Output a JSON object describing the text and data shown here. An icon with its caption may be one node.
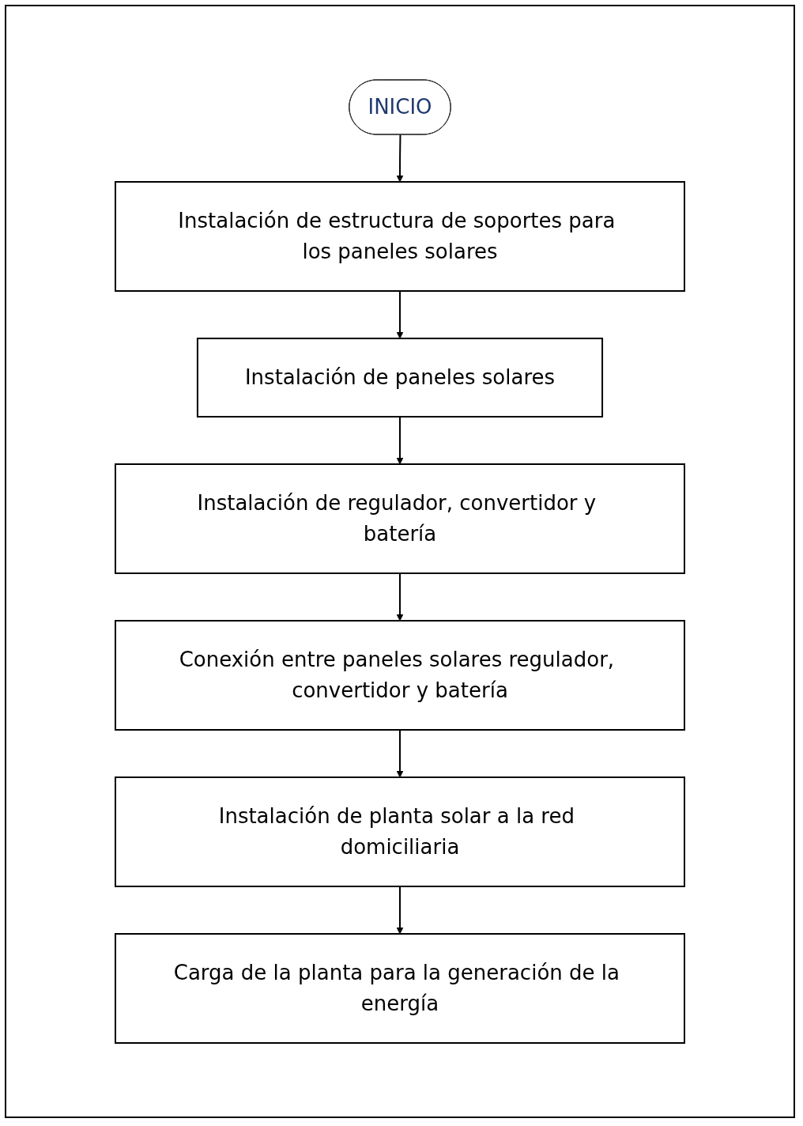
{
  "diagram": {
    "nodes": [
      {
        "text": [
          "INICIO"
        ]
      },
      {
        "text": [
          "Instalación de estructura de soportes para los paneles solares"
        ]
      },
      {
        "text": [
          "Instalación de paneles solares"
        ]
      },
      {
        "text": [
          "Instalación de regulador, convertidor y batería"
        ]
      },
      {
        "text": [
          "Conexión entre paneles solares regulador, convertidor y batería"
        ]
      },
      {
        "text": [
          "Instalación de planta solar a la red domiciliaria"
        ]
      },
      {
        "text": [
          "Carga de la planta para la generación de la energía"
        ]
      }
    ],
    "edges": [
      {
        "from": 0,
        "to": 1,
        "arrow": "to"
      },
      {
        "from": 1,
        "to": 2,
        "arrow": "to"
      },
      {
        "from": 2,
        "to": 3,
        "arrow": "to"
      },
      {
        "from": 3,
        "to": 4,
        "arrow": "to"
      },
      {
        "from": 4,
        "to": 5,
        "arrow": "to"
      },
      {
        "from": 5,
        "to": 6,
        "arrow": "to"
      }
    ]
  }
}
